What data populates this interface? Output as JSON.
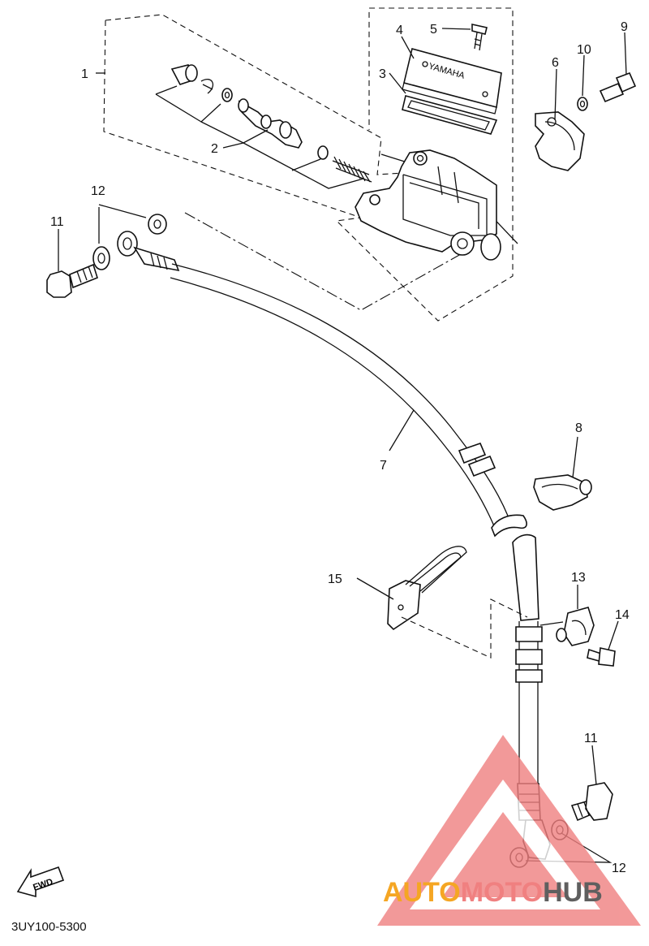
{
  "diagram": {
    "code": "3UY100-5300",
    "fwd_label": "FWD",
    "imprint": "YAMAHA",
    "callouts": [
      "1",
      "2",
      "3",
      "4",
      "5",
      "6",
      "7",
      "8",
      "9",
      "10",
      "11",
      "11",
      "12",
      "12",
      "13",
      "14",
      "15"
    ]
  },
  "watermark": {
    "part1": "AUTO",
    "part2": "MOTO",
    "part3": "HUB",
    "colors": {
      "orange": "#f5a623",
      "red": "#f08080",
      "gray": "#5f5f5f"
    }
  }
}
